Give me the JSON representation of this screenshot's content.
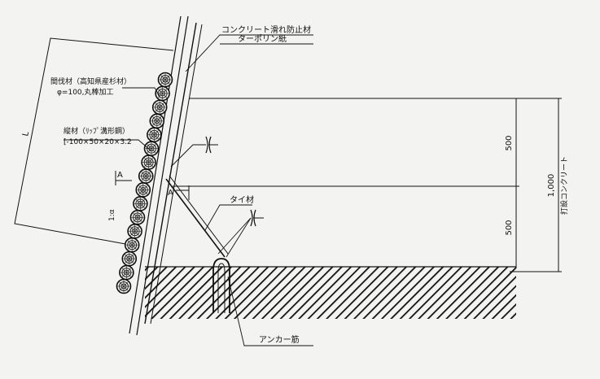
{
  "labels": {
    "anti_slip": "コンクリート滑れ防止材",
    "tarpaulin": "ターポリン紙",
    "thinning_wood": "間伐材（高知県産杉材）",
    "thinning_wood_spec": "φ=100,丸棒加工",
    "vertical_member": "縦材（ﾘｯﾌﾟ溝形鋼）",
    "vertical_member_spec": "[-100×50×20×3.2",
    "tie": "タイ材",
    "anchor": "アンカー筋",
    "slope": "1:α",
    "section_a1": "A",
    "section_a2": "A",
    "left_mark": "L",
    "placed_concrete": "打設コンクリート"
  },
  "dimensions": {
    "upper": "500",
    "lower": "500",
    "total": "1,000"
  },
  "colors": {
    "ink": "#111111",
    "paper": "#f3f3f1"
  }
}
